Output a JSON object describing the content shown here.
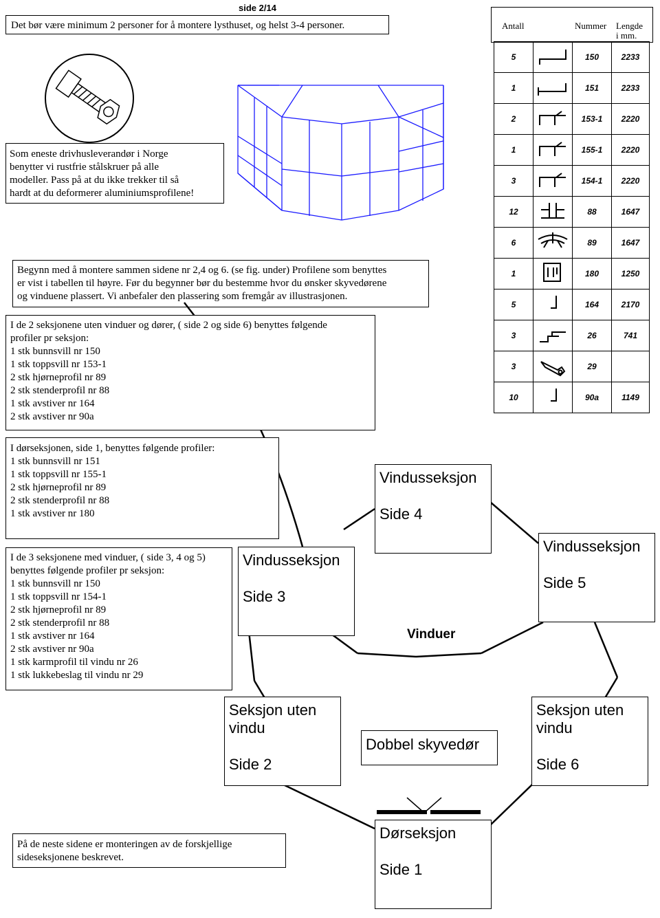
{
  "page_number": "side 2/14",
  "intro_note": "Det bør være minimum 2 personer for å montere lysthuset, og helst 3-4 personer.",
  "screw_note": [
    "Som eneste drivhusleverandør i Norge",
    "benytter vi rustfrie stålskruer på alle",
    "modeller. Pass på at du ikke trekker til så",
    "hardt at du deformerer aluminiumsprofilene!"
  ],
  "start_note": [
    "Begynn med å montere sammen sidene nr 2,4 og 6. (se fig. under) Profilene som benyttes",
    "er vist i tabellen til høyre. Før du begynner bør du bestemme hvor du ønsker skyvedørene",
    "og vinduene plassert. Vi anbefaler den plassering som fremgår av illustrasjonen."
  ],
  "sections_without_windows": [
    "I de 2 seksjonene uten vinduer og dører, ( side 2 og side 6) benyttes følgende",
    "profiler pr seksjon:",
    "1 stk bunnsvill nr 150",
    "1 stk toppsvill nr 153-1",
    "2 stk hjørneprofil nr 89",
    "2 stk stenderprofil nr 88",
    "1 stk avstiver nr 164",
    "2 stk avstiver nr 90a"
  ],
  "door_section": [
    "I dørseksjonen, side 1, benyttes følgende profiler:",
    "1 stk bunnsvill nr 151",
    "1 stk toppsvill nr 155-1",
    "2 stk hjørneprofil nr 89",
    "2 stk stenderprofil nr 88",
    "1 stk avstiver nr 180"
  ],
  "window_sections": [
    "I de 3 seksjonene med vinduer, ( side 3, 4 og 5)",
    "benyttes følgende profiler pr seksjon:",
    "1 stk bunnsvill nr 150",
    "1 stk toppsvill nr 154-1",
    "2 stk hjørneprofil nr 89",
    "2 stk stenderprofil nr 88",
    "1 stk avstiver nr 164",
    "2 stk avstiver nr 90a",
    "1 stk karmprofil til vindu nr 26",
    "1 stk lukkebeslag til vindu nr 29"
  ],
  "footer_note": [
    "På de neste sidene er monteringen av de forskjellige",
    "sideseksjonene beskrevet."
  ],
  "table": {
    "headers": {
      "count": "Antall",
      "number": "Nummer",
      "length_1": "Lengde",
      "length_2": "i mm."
    },
    "rows": [
      {
        "count": "5",
        "number": "150",
        "length": "2233",
        "icon": "bottom-sill-profile-icon"
      },
      {
        "count": "1",
        "number": "151",
        "length": "2233",
        "icon": "bottom-sill-door-profile-icon"
      },
      {
        "count": "2",
        "number": "153-1",
        "length": "2220",
        "icon": "top-sill-profile-icon"
      },
      {
        "count": "1",
        "number": "155-1",
        "length": "2220",
        "icon": "top-sill-door-profile-icon"
      },
      {
        "count": "3",
        "number": "154-1",
        "length": "2220",
        "icon": "top-sill-window-profile-icon"
      },
      {
        "count": "12",
        "number": "88",
        "length": "1647",
        "icon": "stud-profile-icon"
      },
      {
        "count": "6",
        "number": "89",
        "length": "1647",
        "icon": "corner-profile-icon"
      },
      {
        "count": "1",
        "number": "180",
        "length": "1250",
        "icon": "door-brace-profile-icon"
      },
      {
        "count": "5",
        "number": "164",
        "length": "2170",
        "icon": "brace-profile-icon"
      },
      {
        "count": "3",
        "number": "26",
        "length": "741",
        "icon": "window-frame-profile-icon"
      },
      {
        "count": "3",
        "number": "29",
        "length": "",
        "icon": "window-latch-icon"
      },
      {
        "count": "10",
        "number": "90a",
        "length": "1149",
        "icon": "short-brace-profile-icon"
      }
    ]
  },
  "diagram": {
    "side4": {
      "title": "Vindusseksjon",
      "side": "Side 4"
    },
    "side3": {
      "title": "Vindusseksjon",
      "side": "Side 3"
    },
    "side5": {
      "title": "Vindusseksjon",
      "side": "Side 5"
    },
    "windows_label": "Vinduer",
    "side2": {
      "title_1": "Seksjon uten",
      "title_2": "vindu",
      "side": "Side 2"
    },
    "side6": {
      "title_1": "Seksjon uten",
      "title_2": "vindu",
      "side": "Side 6"
    },
    "double_door": "Dobbel skyvedør",
    "side1": {
      "title": "Dørseksjon",
      "side": "Side 1"
    }
  },
  "colors": {
    "wireframe": "#1a1aff",
    "lines": "#000000"
  }
}
